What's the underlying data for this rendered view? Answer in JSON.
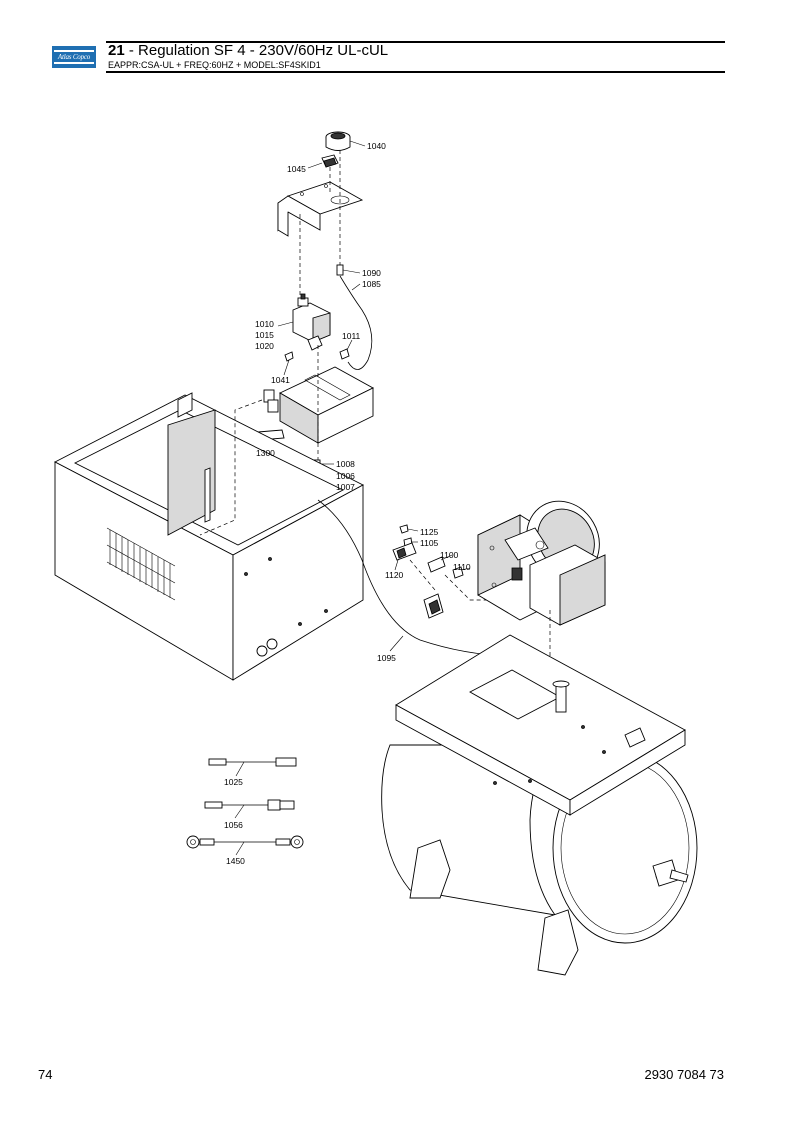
{
  "header": {
    "logo_text": "Atlas Copco",
    "section_number": "21",
    "title": " - Regulation SF 4 - 230V/60Hz UL-cUL",
    "subtitle": "EAPPR:CSA-UL + FREQ:60HZ + MODEL:SF4SKID1"
  },
  "footer": {
    "page_number": "74",
    "document_number": "2930 7084 73"
  },
  "labels": {
    "p1040": "1040",
    "p1045": "1045",
    "p1090": "1090",
    "p1085": "1085",
    "p1010": "1010",
    "p1015": "1015",
    "p1020": "1020",
    "p1011": "1011",
    "p1041": "1041",
    "p1300": "1300",
    "p1008": "1008",
    "p1006": "1006",
    "p1007": "1007",
    "p1125": "1125",
    "p1105": "1105",
    "p1100": "1100",
    "p1110": "1110",
    "p1120": "1120",
    "p1095": "1095",
    "p1025": "1025",
    "p1056": "1056",
    "p1450": "1450"
  }
}
